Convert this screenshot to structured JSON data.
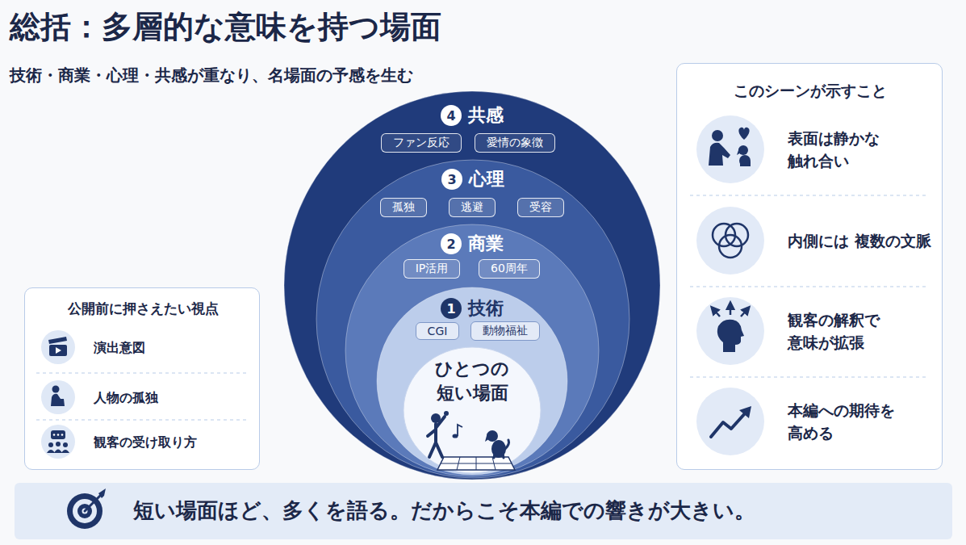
{
  "diagram": {
    "title": "総括：多層的な意味を持つ場面",
    "nodes": [
      {
        "text": [
          "4",
          "共感"
        ]
      },
      {
        "text": [
          "ファン反応"
        ],
        "in": 0
      },
      {
        "text": [
          "愛情の象徴"
        ],
        "in": 0
      },
      {
        "text": [
          "3",
          "心理"
        ],
        "in": 0
      },
      {
        "text": [
          "孤独"
        ],
        "in": 3
      },
      {
        "text": [
          "逃避"
        ],
        "in": 3
      },
      {
        "text": [
          "受容"
        ],
        "in": 3
      },
      {
        "text": [
          "2",
          "商業"
        ],
        "in": 3
      },
      {
        "text": [
          "IP活用"
        ],
        "in": 7
      },
      {
        "text": [
          "60周年"
        ],
        "in": 7
      },
      {
        "text": [
          "1",
          "技術"
        ],
        "in": 7
      },
      {
        "text": [
          "CGI"
        ],
        "in": 10
      },
      {
        "text": [
          "動物福祉"
        ],
        "in": 10
      },
      {
        "text": [
          "ひとつの 短い場面"
        ],
        "in": 10
      },
      {
        "text": [
          "公開前に押さえたい視点",
          "演出意図",
          "人物の孤独",
          "観客の受け取り方"
        ]
      },
      {
        "text": [
          "このシーンが示すこと",
          "表面は静かな 触れ合い",
          "内側には 複数の文脈",
          "観客の解釈で 意味が拡張",
          "本編への期待を 高める"
        ]
      },
      {
        "text": [
          "短い場面ほど、多くを語る。だからこそ本編での響きが大きい。"
        ]
      }
    ],
    "labels": [
      "技術・商業・心理・共感が重なり、名場面の予感を生む"
    ]
  }
}
